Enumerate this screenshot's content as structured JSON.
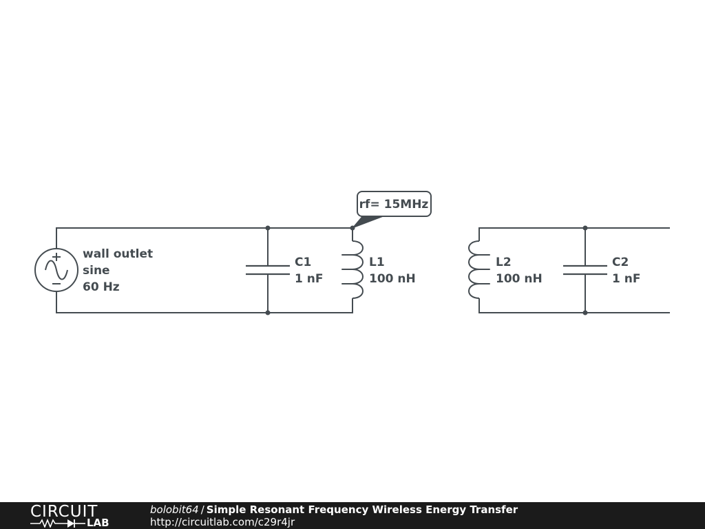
{
  "schematic": {
    "source": {
      "line1": "wall outlet",
      "line2": "sine",
      "line3": "60 Hz"
    },
    "c1": {
      "name": "C1",
      "value": "1 nF"
    },
    "l1": {
      "name": "L1",
      "value": "100 nH"
    },
    "l2": {
      "name": "L2",
      "value": "100 nH"
    },
    "c2": {
      "name": "C2",
      "value": "1 nF"
    },
    "annotation": "rf= 15MHz"
  },
  "footer": {
    "logo_top": "CIRCUIT",
    "logo_bottom": "LAB",
    "author": "bolobit64",
    "separator": "/",
    "title": "Simple Resonant Frequency Wireless Energy Transfer",
    "url": "http://circuitlab.com/c29r4jr"
  }
}
